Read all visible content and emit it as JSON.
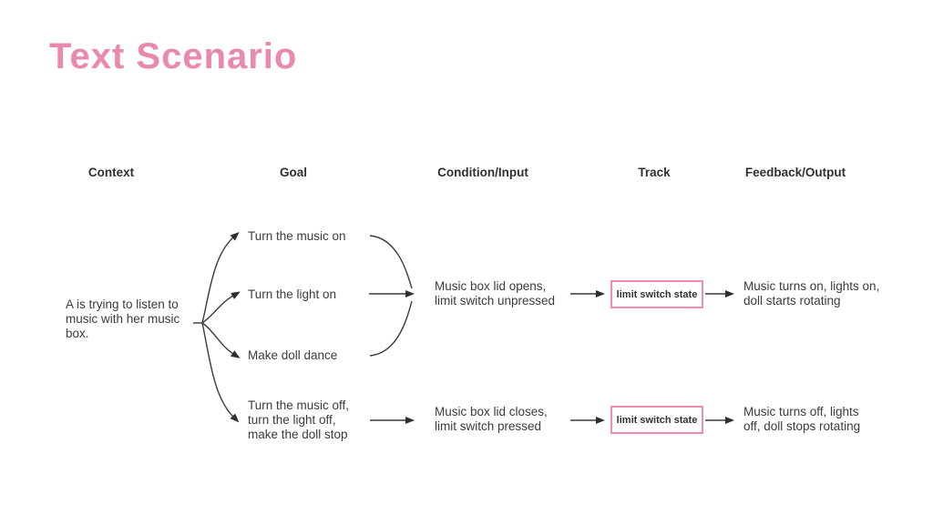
{
  "title": "Text Scenario",
  "columns": [
    {
      "label": "Context"
    },
    {
      "label": "Goal"
    },
    {
      "label": "Condition/Input"
    },
    {
      "label": "Track"
    },
    {
      "label": "Feedback/Output"
    }
  ],
  "context": {
    "text": "A is trying to listen to\nmusic with her music\nbox."
  },
  "goals": [
    {
      "label": "Turn the music on"
    },
    {
      "label": "Turn the light on"
    },
    {
      "label": "Make doll dance"
    },
    {
      "label": "Turn the music off,\nturn the light off,\nmake the doll stop"
    }
  ],
  "rows": [
    {
      "condition": "Music box lid opens,\nlimit switch unpressed",
      "track": "limit switch state",
      "feedback": "Music turns on, lights on,\ndoll starts rotating"
    },
    {
      "condition": "Music box lid closes,\nlimit switch pressed",
      "track": "limit switch state",
      "feedback": "Music turns off, lights\noff, doll stops rotating"
    }
  ],
  "colors": {
    "title_pink": "#e989ae",
    "track_box_border": "#f08bb0",
    "text": "#3b3b3b",
    "arrow": "#3a3a3a"
  }
}
